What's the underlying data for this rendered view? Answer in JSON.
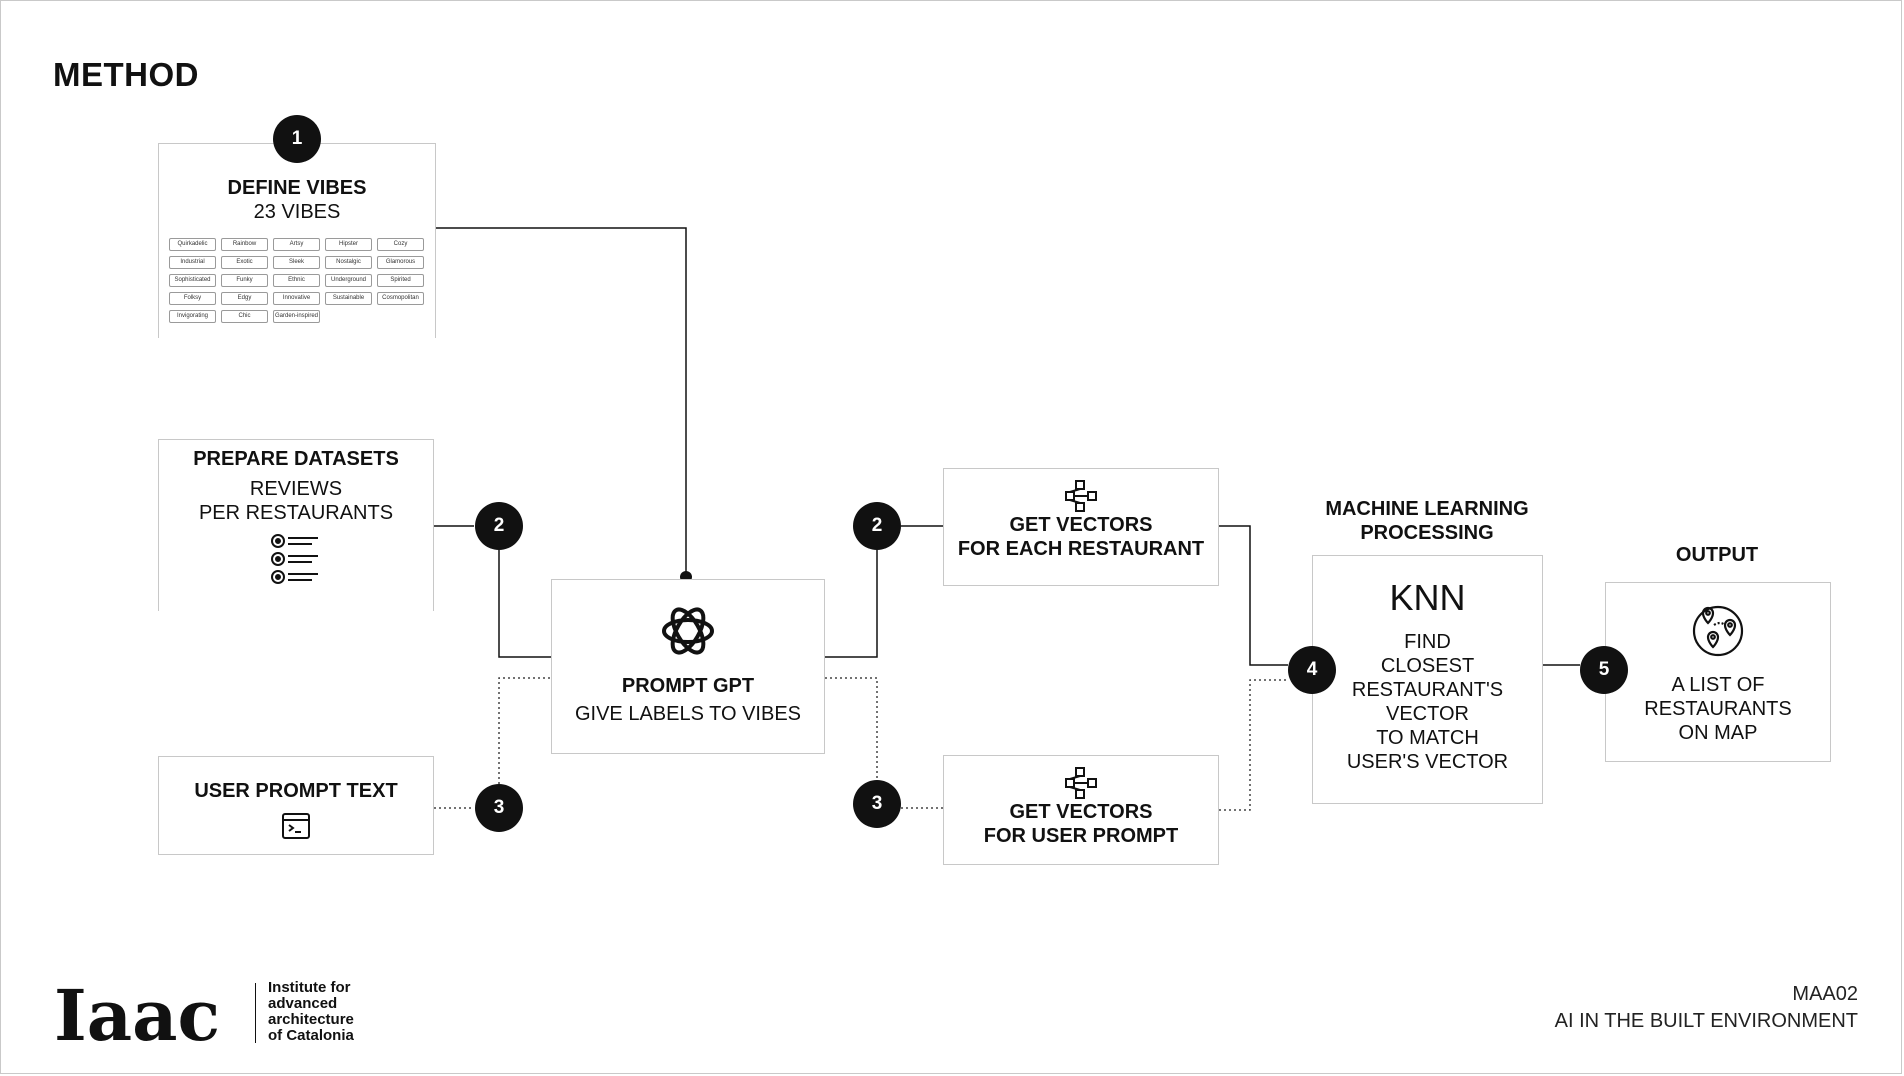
{
  "heading": "METHOD",
  "steps": {
    "define_vibes": {
      "badge": "1",
      "title": "DEFINE VIBES",
      "subtitle": "23 VIBES",
      "vibes": [
        "Quirkadelic",
        "Rainbow",
        "Artsy",
        "Hipster",
        "Cozy",
        "Industrial",
        "Exotic",
        "Sleek",
        "Nostalgic",
        "Glamorous",
        "Sophisticated",
        "Funky",
        "Ethnic",
        "Underground",
        "Spirited",
        "Folksy",
        "Edgy",
        "Innovative",
        "Sustainable",
        "Cosmopolitan",
        "Invigorating",
        "Chic",
        "Garden-inspired"
      ]
    },
    "prepare_datasets": {
      "title": "PREPARE DATASETS",
      "line1": "REVIEWS",
      "line2": "PER RESTAURANTS",
      "icon": "reviews-list-icon"
    },
    "user_prompt": {
      "title": "USER PROMPT TEXT",
      "icon": "terminal-icon"
    },
    "prompt_gpt": {
      "title": "PROMPT GPT",
      "subtitle": "GIVE LABELS TO VIBES",
      "icon": "openai-icon"
    },
    "vectors_restaurant": {
      "title_line1": "GET VECTORS",
      "title_line2": "FOR EACH RESTAURANT",
      "icon": "network-icon"
    },
    "vectors_user": {
      "title_line1": "GET VECTORS",
      "title_line2": "FOR USER PROMPT",
      "icon": "network-icon"
    },
    "ml": {
      "label_line1": "MACHINE LEARNING",
      "label_line2": "PROCESSING",
      "knn": "KNN",
      "lines": [
        "FIND",
        "CLOSEST",
        "RESTAURANT'S",
        "VECTOR",
        "TO MATCH",
        "USER'S VECTOR"
      ]
    },
    "output": {
      "label": "OUTPUT",
      "lines": [
        "A LIST OF",
        "RESTAURANTS",
        "ON MAP"
      ],
      "icon": "map-pins-icon"
    }
  },
  "badges": {
    "two_left": "2",
    "two_right": "2",
    "three_left": "3",
    "three_right": "3",
    "four": "4",
    "five": "5"
  },
  "footer": {
    "logo_text": "Iaac",
    "institute_line1": "Institute for",
    "institute_line2": "advanced",
    "institute_line3": "architecture",
    "institute_line4": "of Catalonia",
    "course_code": "MAA02",
    "course_name": "AI IN THE BUILT ENVIRONMENT"
  },
  "colors": {
    "ink": "#111111",
    "border": "#c8c8c8",
    "background": "#ffffff"
  }
}
